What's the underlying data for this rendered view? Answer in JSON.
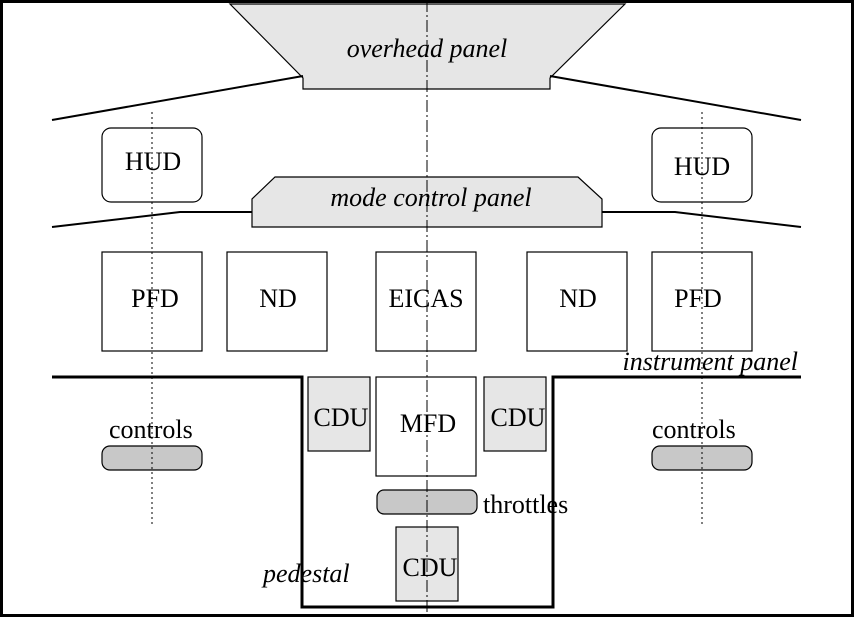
{
  "labels": {
    "overhead_panel": "overhead panel",
    "mode_control_panel": "mode control panel",
    "instrument_panel": "instrument panel",
    "pedestal": "pedestal",
    "throttles": "throttles",
    "hud_left": "HUD",
    "hud_right": "HUD",
    "pfd_left": "PFD",
    "nd_left": "ND",
    "eicas": "EICAS",
    "nd_right": "ND",
    "pfd_right": "PFD",
    "cdu_left": "CDU",
    "mfd": "MFD",
    "cdu_right": "CDU",
    "cdu_bottom": "CDU",
    "controls_left": "controls",
    "controls_right": "controls"
  },
  "colors": {
    "panel_fill": "#e6e6e6",
    "control_fill": "#c8c8c8",
    "line": "#000000"
  }
}
